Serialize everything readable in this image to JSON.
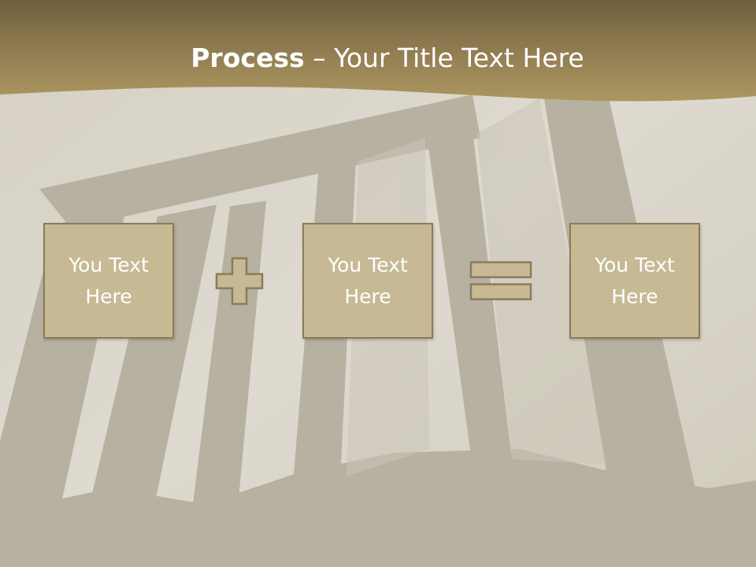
{
  "slide": {
    "title_bold": "Process",
    "title_dash": " – ",
    "title_rest": "Your Title Text Here",
    "boxes": [
      {
        "text": "You Text Here"
      },
      {
        "text": "You Text Here"
      },
      {
        "text": "You Text Here"
      }
    ],
    "operators": [
      "plus-icon",
      "equals-icon"
    ]
  },
  "colors": {
    "header_band": "#a58f5d",
    "box_fill": "#c7b994",
    "box_border": "#8c7b5a",
    "background": "#d6d1c3",
    "title_text": "#ffffff"
  }
}
